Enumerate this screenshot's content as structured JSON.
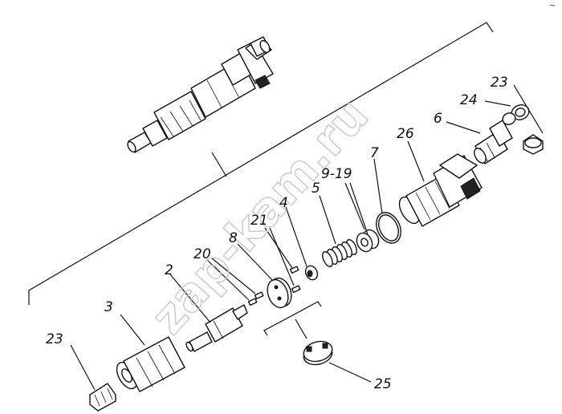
{
  "watermark": "zap-kam.ru",
  "corner_mark": "~",
  "callouts": {
    "c23a": "23",
    "c24": "24",
    "c6": "6",
    "c26": "26",
    "c7": "7",
    "c9_19": "9-19",
    "c5": "5",
    "c4": "4",
    "c21": "21",
    "c8": "8",
    "c20": "20",
    "c2": "2",
    "c3": "3",
    "c23b": "23",
    "c25": "25"
  }
}
